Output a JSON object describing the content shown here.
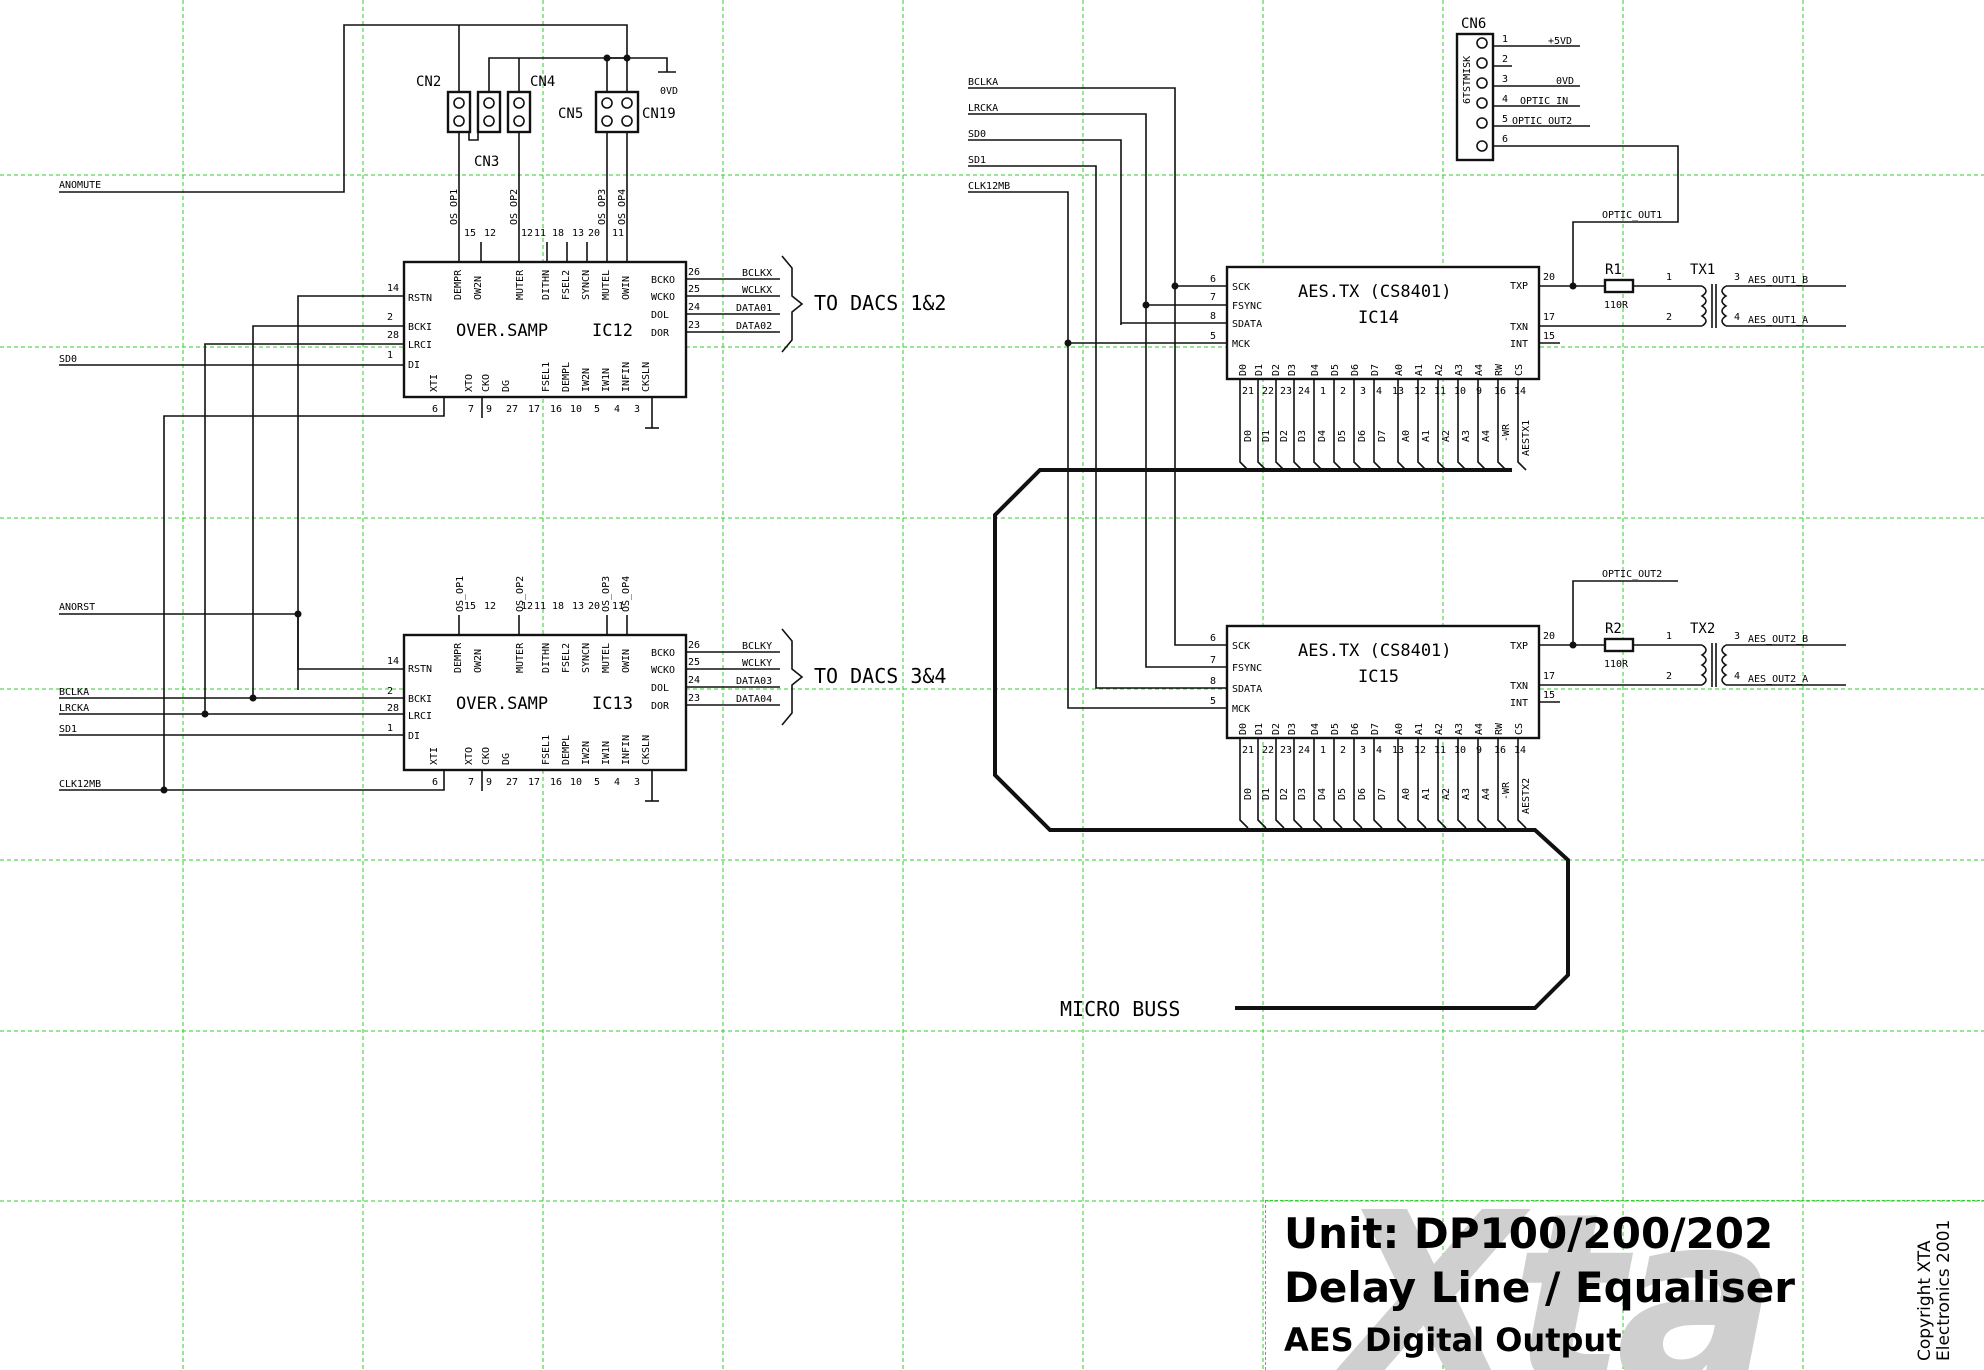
{
  "ic12": {
    "ref": "IC12",
    "name": "OVER.SAMP",
    "top_pins": [
      "DEMPR",
      "OW2N",
      "MUTER",
      "DITHN",
      "FSEL2",
      "SYNCN",
      "MUTEL",
      "OWIN"
    ],
    "top_nums": [
      "15",
      "12",
      "12",
      "11",
      "18",
      "13",
      "20",
      "11"
    ],
    "left_pins": [
      "RSTN",
      "BCKI",
      "LRCI",
      "DI"
    ],
    "left_nums": [
      "14",
      "2",
      "28",
      "1"
    ],
    "right_pins": [
      "BCKO",
      "WCKO",
      "DOL",
      "DOR"
    ],
    "right_nums": [
      "26",
      "25",
      "24",
      "23"
    ],
    "right_nets": [
      "BCLKX",
      "WCLKX",
      "DATA01",
      "DATA02"
    ],
    "bottom_pins": [
      "XTI",
      "XTO",
      "CKO",
      "DG",
      "FSEL1",
      "DEMPL",
      "IW2N",
      "IW1N",
      "INFIN",
      "CKSLN"
    ],
    "bottom_nums": [
      "6",
      "7",
      "9",
      "27",
      "17",
      "16",
      "10",
      "5",
      "4",
      "3"
    ],
    "top_nets": [
      "OS_OP1",
      "OS_OP2",
      "OS_OP3",
      "OS_OP4"
    ],
    "callout": "TO DACS 1&2"
  },
  "ic13": {
    "ref": "IC13",
    "name": "OVER.SAMP",
    "top_pins": [
      "DEMPR",
      "OW2N",
      "MUTER",
      "DITHN",
      "FSEL2",
      "SYNCN",
      "MUTEL",
      "OWIN"
    ],
    "top_nums": [
      "15",
      "12",
      "12",
      "11",
      "18",
      "13",
      "20",
      "11"
    ],
    "left_pins": [
      "RSTN",
      "BCKI",
      "LRCI",
      "DI"
    ],
    "left_nums": [
      "14",
      "2",
      "28",
      "1"
    ],
    "right_pins": [
      "BCKO",
      "WCKO",
      "DOL",
      "DOR"
    ],
    "right_nums": [
      "26",
      "25",
      "24",
      "23"
    ],
    "right_nets": [
      "BCLKY",
      "WCLKY",
      "DATA03",
      "DATA04"
    ],
    "bottom_pins": [
      "XTI",
      "XTO",
      "CKO",
      "DG",
      "FSEL1",
      "DEMPL",
      "IW2N",
      "IW1N",
      "INFIN",
      "CKSLN"
    ],
    "bottom_nums": [
      "6",
      "7",
      "9",
      "27",
      "17",
      "16",
      "10",
      "5",
      "4",
      "3"
    ],
    "top_nets": [
      "OS_OP1",
      "OS_OP2",
      "OS_OP3",
      "OS_OP4"
    ],
    "callout": "TO DACS 3&4"
  },
  "ic14": {
    "ref": "IC14",
    "name": "AES.TX (CS8401)",
    "left_pins": [
      "SCK",
      "FSYNC",
      "SDATA",
      "MCK"
    ],
    "left_nums": [
      "6",
      "7",
      "8",
      "5"
    ],
    "right_pins": [
      "TXP",
      "TXN",
      "INT"
    ],
    "right_nums": [
      "20",
      "17",
      "15"
    ],
    "bottom_pins": [
      "D0",
      "D1",
      "D2",
      "D3",
      "D4",
      "D5",
      "D6",
      "D7",
      "A0",
      "A1",
      "A2",
      "A3",
      "A4",
      "RW",
      "CS"
    ],
    "bottom_nums": [
      "21",
      "22",
      "23",
      "24",
      "1",
      "2",
      "3",
      "4",
      "13",
      "12",
      "11",
      "10",
      "9",
      "16",
      "14"
    ],
    "bus_labels": [
      "D0",
      "D1",
      "D2",
      "D3",
      "D4",
      "D5",
      "D6",
      "D7",
      "A0",
      "A1",
      "A2",
      "A3",
      "A4",
      "-WR",
      "AESTX1"
    ]
  },
  "ic15": {
    "ref": "IC15",
    "name": "AES.TX (CS8401)",
    "left_pins": [
      "SCK",
      "FSYNC",
      "SDATA",
      "MCK"
    ],
    "left_nums": [
      "6",
      "7",
      "8",
      "5"
    ],
    "right_pins": [
      "TXP",
      "TXN",
      "INT"
    ],
    "right_nums": [
      "20",
      "17",
      "15"
    ],
    "bottom_pins": [
      "D0",
      "D1",
      "D2",
      "D3",
      "D4",
      "D5",
      "D6",
      "D7",
      "A0",
      "A1",
      "A2",
      "A3",
      "A4",
      "RW",
      "CS"
    ],
    "bottom_nums": [
      "21",
      "22",
      "23",
      "24",
      "1",
      "2",
      "3",
      "4",
      "13",
      "12",
      "11",
      "10",
      "9",
      "16",
      "14"
    ],
    "bus_labels": [
      "D0",
      "D1",
      "D2",
      "D3",
      "D4",
      "D5",
      "D6",
      "D7",
      "A0",
      "A1",
      "A2",
      "A3",
      "A4",
      "-WR",
      "AESTX2"
    ]
  },
  "connectors": {
    "cn2": "CN2",
    "cn3": "CN3",
    "cn4": "CN4",
    "cn5": "CN5",
    "cn19": "CN19",
    "cn6": "CN6",
    "gnd_label": "0VD",
    "cn6_part": "6TSTMISK",
    "cn6_pins": [
      "1",
      "2",
      "3",
      "4",
      "5",
      "6"
    ],
    "cn6_nets": [
      "+5VD",
      "",
      "0VD",
      "OPTIC_IN",
      "OPTIC_OUT2",
      ""
    ]
  },
  "nets_left": {
    "anomute": "ANOMUTE",
    "sdo": "SD0",
    "anorst": "ANORST",
    "bclka": "BCLKA",
    "lrcka": "LRCKA",
    "sd1": "SD1",
    "clk12mb": "CLK12MB"
  },
  "nets_right": {
    "bclka": "BCLKA",
    "lrcka": "LRCKA",
    "sdo": "SD0",
    "sd1": "SD1",
    "clk12mb": "CLK12MB",
    "optic_out1": "OPTIC_OUT1",
    "optic_out2": "OPTIC_OUT2"
  },
  "output1": {
    "r": "R1",
    "rval": "110R",
    "tx": "TX1",
    "pin1": "1",
    "pin2": "2",
    "pin3": "3",
    "pin4": "4",
    "out_b": "AES_OUT1_B",
    "out_a": "AES_OUT1_A"
  },
  "output2": {
    "r": "R2",
    "rval": "110R",
    "tx": "TX2",
    "pin1": "1",
    "pin2": "2",
    "pin3": "3",
    "pin4": "4",
    "out_b": "AES_OUT2_B",
    "out_a": "AES_OUT2_A"
  },
  "micro_buss": "MICRO BUSS",
  "title_block": {
    "unit": "Unit:  DP100/200/202",
    "name": "Delay Line / Equaliser",
    "sheet": "AES Digital Output",
    "copyright1": "Copyright XTA",
    "copyright2": "Electronics 2001",
    "logo": "Xta"
  }
}
